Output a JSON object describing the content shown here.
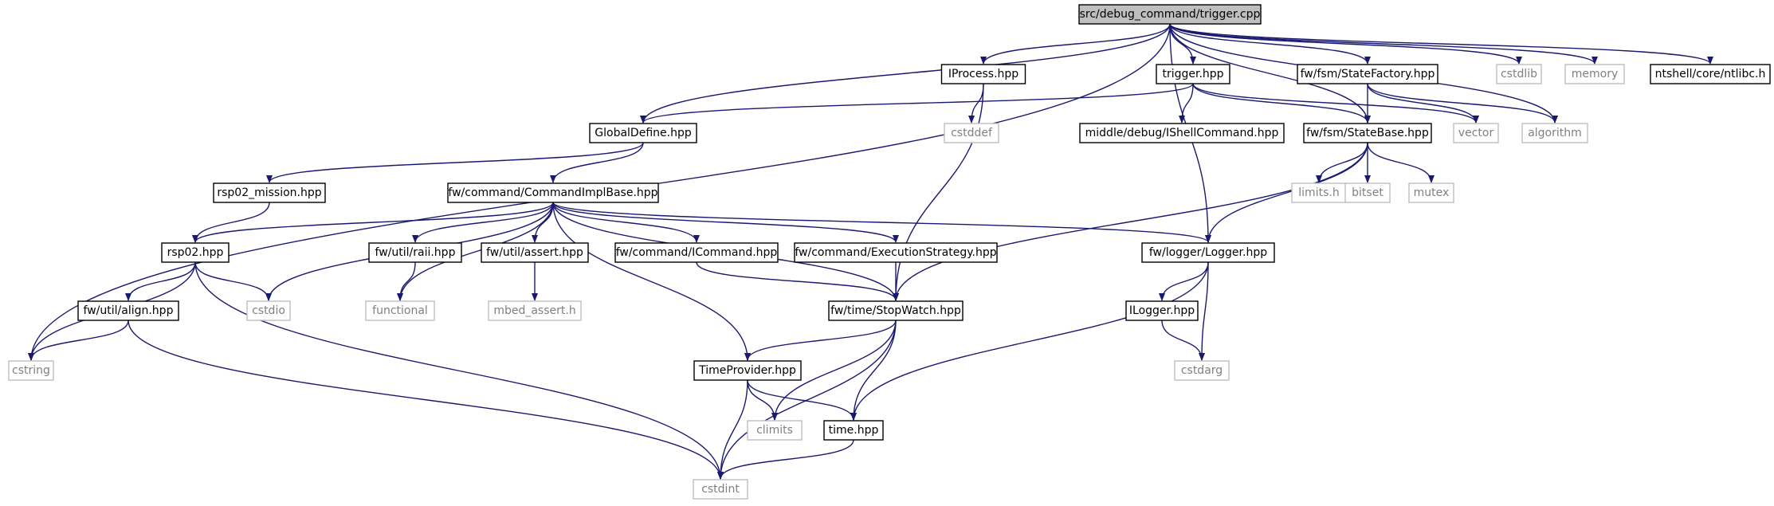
{
  "graph": {
    "edge_color": "#191970",
    "nodes": [
      {
        "id": "trigger_cpp",
        "label": "src/debug_command/trigger.cpp",
        "kind": "root"
      },
      {
        "id": "cstring",
        "label": "cstring",
        "kind": "system"
      },
      {
        "id": "globaldefine",
        "label": "GlobalDefine.hpp",
        "kind": "project"
      },
      {
        "id": "iprocess",
        "label": "IProcess.hpp",
        "kind": "project"
      },
      {
        "id": "trigger_hpp",
        "label": "trigger.hpp",
        "kind": "project"
      },
      {
        "id": "statefactory",
        "label": "fw/fsm/StateFactory.hpp",
        "kind": "project"
      },
      {
        "id": "cstdlib",
        "label": "cstdlib",
        "kind": "system"
      },
      {
        "id": "memory",
        "label": "memory",
        "kind": "system"
      },
      {
        "id": "ntlibc",
        "label": "ntshell/core/ntlibc.h",
        "kind": "project"
      },
      {
        "id": "cstddef",
        "label": "cstddef",
        "kind": "system"
      },
      {
        "id": "ishellcmd",
        "label": "middle/debug/IShellCommand.hpp",
        "kind": "project"
      },
      {
        "id": "statebase",
        "label": "fw/fsm/StateBase.hpp",
        "kind": "project"
      },
      {
        "id": "vector",
        "label": "vector",
        "kind": "system"
      },
      {
        "id": "algorithm",
        "label": "algorithm",
        "kind": "system"
      },
      {
        "id": "rsp02mission",
        "label": "rsp02_mission.hpp",
        "kind": "project"
      },
      {
        "id": "cmdimplbase",
        "label": "fw/command/CommandImplBase.hpp",
        "kind": "project"
      },
      {
        "id": "limits",
        "label": "limits.h",
        "kind": "system"
      },
      {
        "id": "bitset",
        "label": "bitset",
        "kind": "system"
      },
      {
        "id": "mutex",
        "label": "mutex",
        "kind": "system"
      },
      {
        "id": "rsp02",
        "label": "rsp02.hpp",
        "kind": "project"
      },
      {
        "id": "raii",
        "label": "fw/util/raii.hpp",
        "kind": "project"
      },
      {
        "id": "assert",
        "label": "fw/util/assert.hpp",
        "kind": "project"
      },
      {
        "id": "icommand",
        "label": "fw/command/ICommand.hpp",
        "kind": "project"
      },
      {
        "id": "execstrategy",
        "label": "fw/command/ExecutionStrategy.hpp",
        "kind": "project"
      },
      {
        "id": "logger",
        "label": "fw/logger/Logger.hpp",
        "kind": "project"
      },
      {
        "id": "cstdio",
        "label": "cstdio",
        "kind": "system"
      },
      {
        "id": "align",
        "label": "fw/util/align.hpp",
        "kind": "project"
      },
      {
        "id": "functional",
        "label": "functional",
        "kind": "system"
      },
      {
        "id": "mbedassert",
        "label": "mbed_assert.h",
        "kind": "system"
      },
      {
        "id": "stopwatch",
        "label": "fw/time/StopWatch.hpp",
        "kind": "project"
      },
      {
        "id": "ilogger",
        "label": "ILogger.hpp",
        "kind": "project"
      },
      {
        "id": "timeprovider",
        "label": "TimeProvider.hpp",
        "kind": "project"
      },
      {
        "id": "cstdarg",
        "label": "cstdarg",
        "kind": "system"
      },
      {
        "id": "climits",
        "label": "climits",
        "kind": "system"
      },
      {
        "id": "time",
        "label": "time.hpp",
        "kind": "project"
      },
      {
        "id": "cstdint",
        "label": "cstdint",
        "kind": "system"
      }
    ],
    "edges": [
      [
        "trigger_cpp",
        "cstring"
      ],
      [
        "trigger_cpp",
        "globaldefine"
      ],
      [
        "trigger_cpp",
        "iprocess"
      ],
      [
        "trigger_cpp",
        "trigger_hpp"
      ],
      [
        "trigger_cpp",
        "statefactory"
      ],
      [
        "trigger_cpp",
        "cstdlib"
      ],
      [
        "trigger_cpp",
        "memory"
      ],
      [
        "trigger_cpp",
        "ntlibc"
      ],
      [
        "trigger_cpp",
        "statebase"
      ],
      [
        "trigger_cpp",
        "logger"
      ],
      [
        "trigger_cpp",
        "algorithm"
      ],
      [
        "iprocess",
        "cstddef"
      ],
      [
        "iprocess",
        "stopwatch"
      ],
      [
        "trigger_hpp",
        "globaldefine"
      ],
      [
        "trigger_hpp",
        "ishellcmd"
      ],
      [
        "trigger_hpp",
        "statebase"
      ],
      [
        "trigger_hpp",
        "vector"
      ],
      [
        "statefactory",
        "statebase"
      ],
      [
        "statefactory",
        "vector"
      ],
      [
        "statefactory",
        "algorithm"
      ],
      [
        "globaldefine",
        "rsp02mission"
      ],
      [
        "globaldefine",
        "cmdimplbase"
      ],
      [
        "statebase",
        "limits"
      ],
      [
        "statebase",
        "bitset"
      ],
      [
        "statebase",
        "mutex"
      ],
      [
        "statebase",
        "logger"
      ],
      [
        "statebase",
        "stopwatch"
      ],
      [
        "rsp02mission",
        "rsp02"
      ],
      [
        "cmdimplbase",
        "rsp02"
      ],
      [
        "cmdimplbase",
        "cstdio"
      ],
      [
        "cmdimplbase",
        "functional"
      ],
      [
        "cmdimplbase",
        "raii"
      ],
      [
        "cmdimplbase",
        "assert"
      ],
      [
        "cmdimplbase",
        "icommand"
      ],
      [
        "cmdimplbase",
        "execstrategy"
      ],
      [
        "cmdimplbase",
        "logger"
      ],
      [
        "cmdimplbase",
        "stopwatch"
      ],
      [
        "cmdimplbase",
        "timeprovider"
      ],
      [
        "rsp02",
        "cstring"
      ],
      [
        "rsp02",
        "align"
      ],
      [
        "rsp02",
        "cstdio"
      ],
      [
        "rsp02",
        "cstdint"
      ],
      [
        "raii",
        "functional"
      ],
      [
        "assert",
        "mbedassert"
      ],
      [
        "icommand",
        "stopwatch"
      ],
      [
        "execstrategy",
        "stopwatch"
      ],
      [
        "logger",
        "ilogger"
      ],
      [
        "logger",
        "cstdarg"
      ],
      [
        "logger",
        "time"
      ],
      [
        "align",
        "cstring"
      ],
      [
        "align",
        "cstdint"
      ],
      [
        "stopwatch",
        "timeprovider"
      ],
      [
        "stopwatch",
        "climits"
      ],
      [
        "stopwatch",
        "time"
      ],
      [
        "stopwatch",
        "cstdint"
      ],
      [
        "ilogger",
        "cstdarg"
      ],
      [
        "timeprovider",
        "climits"
      ],
      [
        "timeprovider",
        "time"
      ],
      [
        "timeprovider",
        "cstdint"
      ],
      [
        "time",
        "cstdint"
      ]
    ]
  }
}
